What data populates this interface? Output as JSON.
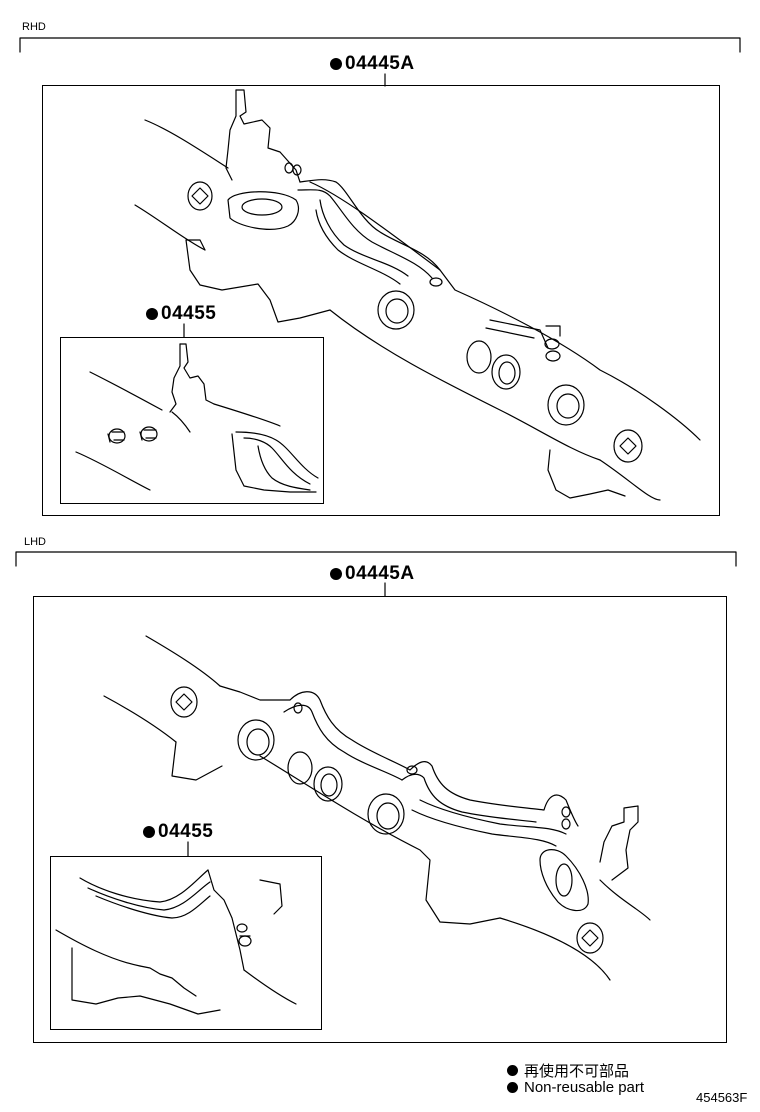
{
  "rhd": {
    "label": "RHD",
    "kit_label": "04445A",
    "sub_label": "04455"
  },
  "lhd": {
    "label": "LHD",
    "kit_label": "04445A",
    "sub_label": "04455"
  },
  "legend": {
    "line1": "再使用不可部品",
    "line2": "Non-reusable part"
  },
  "figure_number": "454563F"
}
